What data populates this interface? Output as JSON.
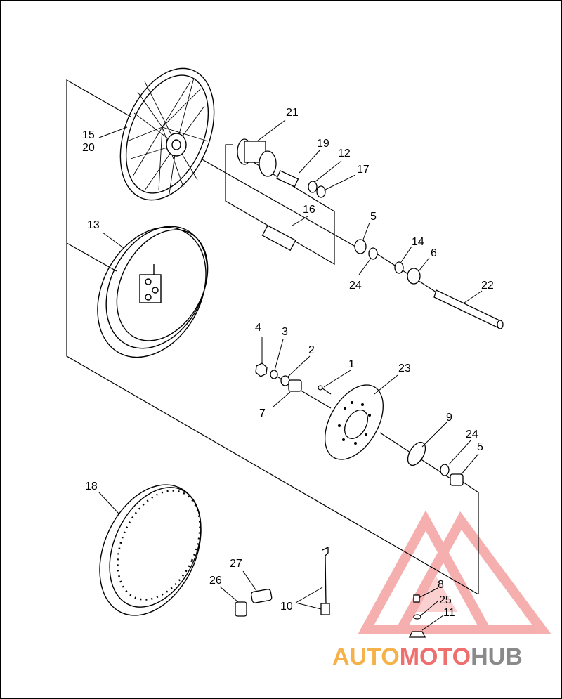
{
  "callouts": {
    "c1": "1",
    "c2": "2",
    "c3": "3",
    "c4": "4",
    "c5a": "5",
    "c5b": "5",
    "c6": "6",
    "c7": "7",
    "c8": "8",
    "c9": "9",
    "c10": "10",
    "c11": "11",
    "c12": "12",
    "c13": "13",
    "c14": "14",
    "c15": "15",
    "c16": "16",
    "c17": "17",
    "c18": "18",
    "c19": "19",
    "c20": "20",
    "c21": "21",
    "c22": "22",
    "c23": "23",
    "c24a": "24",
    "c24b": "24",
    "c25": "25",
    "c26": "26",
    "c27": "27"
  },
  "watermark": {
    "part1": "AUTO",
    "part2": "MOTO",
    "part3": "HUB",
    "color_auto": "#f6b24a",
    "color_moto": "#ef6f6f",
    "color_hub": "#8a8a8a"
  }
}
